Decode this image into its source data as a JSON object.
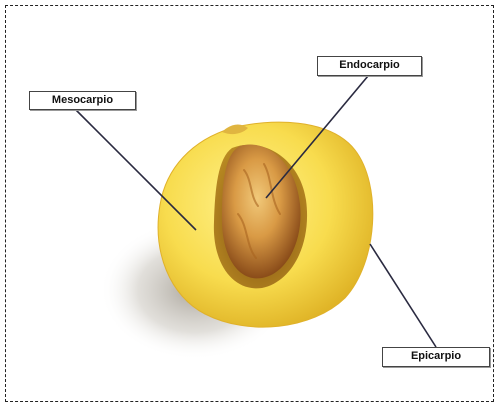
{
  "labels": {
    "mesocarpio": "Mesocarpio",
    "endocarpio": "Endocarpio",
    "epicarpio": "Epicarpio"
  },
  "colors": {
    "background": "#ffffff",
    "frame": "#222222",
    "flesh_light": "#fbe36a",
    "flesh_dark": "#d8a81a",
    "pit_light": "#e7b25a",
    "pit_dark": "#8a4a14",
    "shadow": "#b9b4aa",
    "leader": "#2a2a40"
  }
}
